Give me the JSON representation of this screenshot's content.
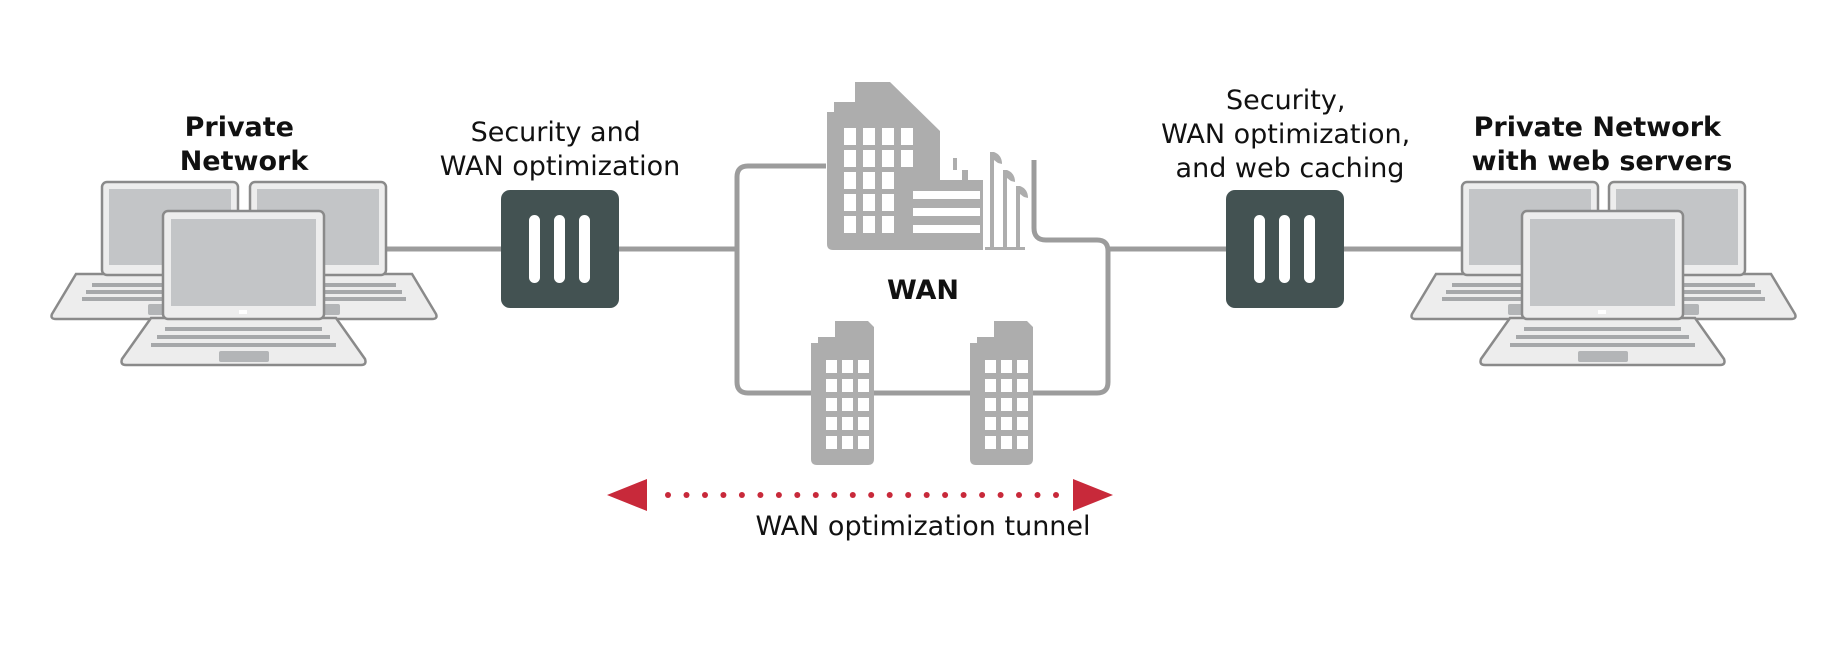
{
  "title": "WAN optimization topology",
  "colors": {
    "device": "#435252",
    "device_bar": "#ffffff",
    "link": "#9c9c9c",
    "building": "#adadad",
    "laptop_body": "#ededed",
    "laptop_outline": "#8a8a8a",
    "laptop_screen": "#c3c5c7",
    "tunnel": "#c8293a",
    "text": "#111111"
  },
  "labels": {
    "left_network": [
      "Private",
      "Network"
    ],
    "left_device": [
      "Security and",
      "WAN optimization"
    ],
    "wan": "WAN",
    "right_device": [
      "Security,",
      "WAN optimization,",
      "and web caching"
    ],
    "right_network": [
      "Private Network",
      "with web servers"
    ],
    "tunnel": "WAN optimization tunnel"
  },
  "nodes": [
    {
      "id": "left-network",
      "type": "laptop-group",
      "laptops": 3
    },
    {
      "id": "left-device",
      "type": "security-appliance",
      "icon": "appliance-icon"
    },
    {
      "id": "wan",
      "type": "wan-cloud",
      "buildings": [
        "office-building-icon",
        "office-building-small-icon",
        "office-building-small-icon"
      ]
    },
    {
      "id": "right-device",
      "type": "security-appliance",
      "icon": "appliance-icon"
    },
    {
      "id": "right-network",
      "type": "laptop-group",
      "laptops": 3
    }
  ],
  "links": [
    {
      "from": "left-network",
      "to": "left-device"
    },
    {
      "from": "left-device",
      "to": "wan"
    },
    {
      "from": "wan",
      "to": "right-device"
    },
    {
      "from": "right-device",
      "to": "right-network"
    }
  ],
  "tunnel": {
    "from": "left-device",
    "to": "right-device",
    "style": "dotted",
    "arrows": "both"
  }
}
